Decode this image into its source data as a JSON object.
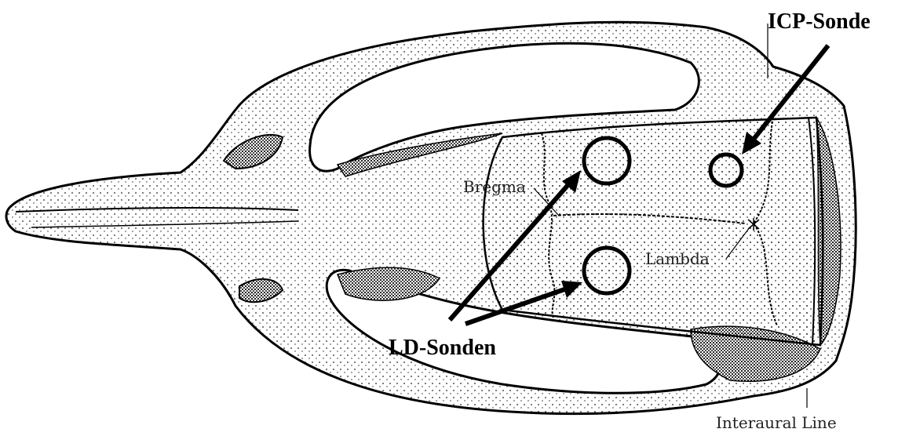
{
  "diagram": {
    "labels": {
      "icp_probe": "ICP-Sonde",
      "ld_probes": "LD-Sonden",
      "bregma": "Bregma",
      "lambda": "Lambda",
      "interaural_line": "Interaural Line"
    },
    "colors": {
      "ink": "#000000",
      "bone_fill": "#ffffff",
      "stipple": "#1a1a1a"
    }
  }
}
